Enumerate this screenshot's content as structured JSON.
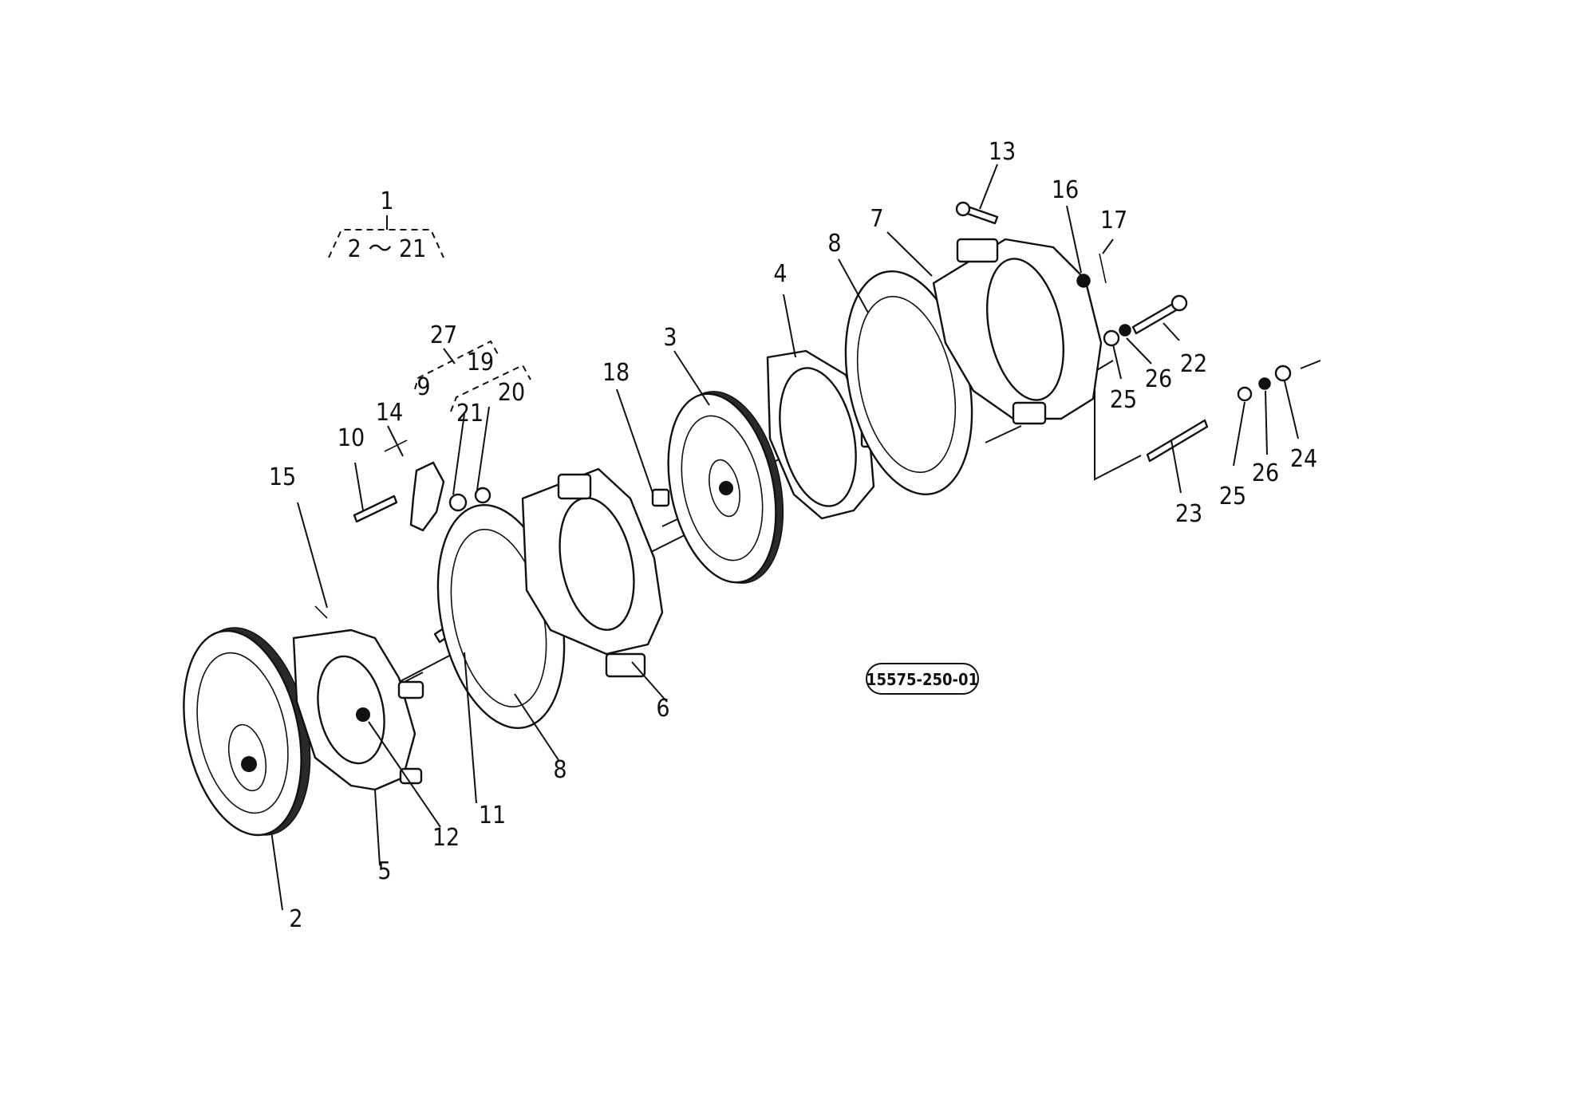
{
  "diagram": {
    "drawing_number": "15575-250-01",
    "group_label_1": {
      "number": "1",
      "range": "2 ～ 21"
    },
    "group_label_27": {
      "number": "27"
    },
    "group_label_19": {
      "number": "19"
    },
    "callouts": [
      "2",
      "3",
      "4",
      "5",
      "6",
      "7",
      "8",
      "8",
      "9",
      "10",
      "11",
      "12",
      "13",
      "14",
      "15",
      "16",
      "17",
      "18",
      "20",
      "21",
      "22",
      "23",
      "24",
      "25",
      "25",
      "26",
      "26"
    ]
  }
}
